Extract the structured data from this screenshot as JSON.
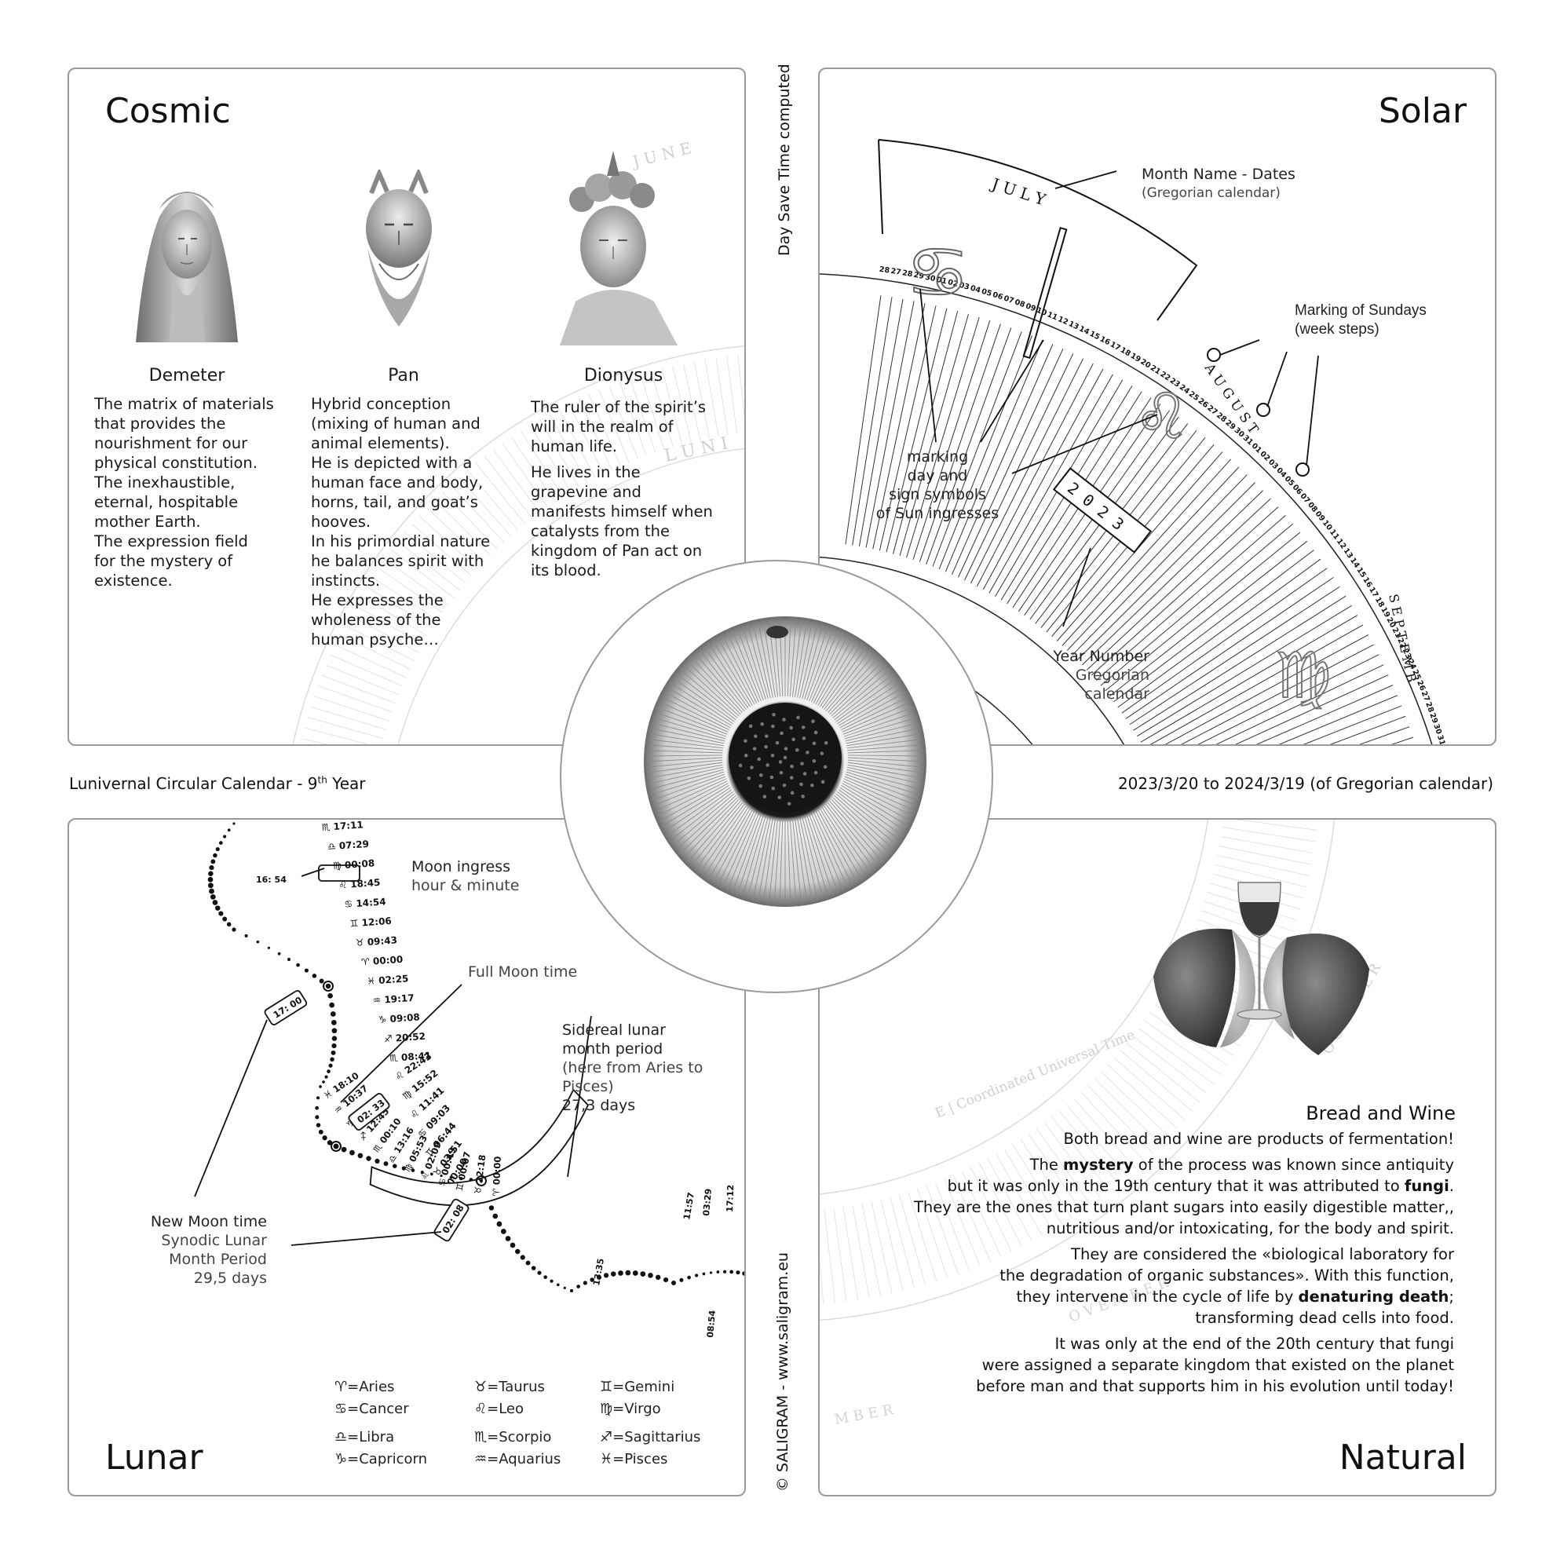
{
  "cosmic": {
    "title": "Cosmic",
    "gods": [
      {
        "name": "Demeter",
        "lines": [
          "The matrix of materials",
          "that provides the",
          "nourishment for our",
          "physical constitution.",
          "The inexhaustible,",
          "eternal, hospitable",
          "mother Earth.",
          "The expression field",
          "for the mystery of",
          "existence."
        ]
      },
      {
        "name": "Pan",
        "lines": [
          "Hybrid conception",
          "(mixing of human and",
          "animal elements).",
          "He is depicted with a",
          "human face and body,",
          "horns, tail, and goat’s",
          "hooves.",
          "In his primordial nature",
          "he balances spirit with",
          "instincts.",
          "He expresses the",
          "wholeness of the",
          "human psyche…"
        ]
      },
      {
        "name": "Dionysus",
        "lines": [
          "The ruler of the spirit’s",
          "will in the realm of",
          "human life.",
          "He lives in the",
          "grapevine and",
          "manifests himself when",
          "catalysts from the",
          "kingdom of Pan act on",
          "its blood."
        ]
      }
    ],
    "faint_labels": {
      "june": "J U N E",
      "luni": "L U N I"
    }
  },
  "solar": {
    "title": "Solar",
    "month_label": "J U L Y",
    "month_label_aug": "A U G U S T",
    "month_label_sep": "S E P T E M B",
    "year": "2 0 2 3",
    "ann_month_name": "Month Name - Dates",
    "ann_month_sub": "(Gregorian calendar)",
    "ann_sundays_1": "Marking of Sundays",
    "ann_sundays_2": "(week steps)",
    "ann_marking": [
      "marking",
      "day and",
      "sign symbols",
      "of Sun ingresses"
    ],
    "ann_year": [
      "Year Number",
      "Gregorian",
      "calendar"
    ],
    "july_dates": [
      "28",
      "27",
      "28",
      "29",
      "30",
      "01",
      "02",
      "03",
      "04",
      "05",
      "06",
      "07",
      "08",
      "09",
      "10",
      "11",
      "12",
      "13",
      "14",
      "15",
      "16",
      "17",
      "18",
      "19",
      "20",
      "21",
      "22",
      "23",
      "24",
      "25",
      "26",
      "27",
      "28",
      "29",
      "30",
      "31"
    ],
    "aug_dates": [
      "01",
      "02",
      "03",
      "04",
      "05",
      "06",
      "07",
      "08",
      "09",
      "10",
      "11",
      "12",
      "13",
      "14",
      "15",
      "16",
      "17",
      "18",
      "19",
      "20",
      "21",
      "22",
      "23",
      "24",
      "25",
      "26",
      "27",
      "28",
      "29",
      "30",
      "31",
      "01",
      "02",
      "03",
      "04",
      "05",
      "06",
      "07",
      "08",
      "09",
      "10",
      "11",
      "12",
      "13",
      "14",
      "15",
      "16",
      "17"
    ]
  },
  "middle": {
    "left_caption": "Luniverna​l Circular Calendar - 9",
    "left_sup": "th",
    "left_tail": " Year",
    "right_caption": "2023/3/20 to 2024/3/19 (of Gregorian calendar)",
    "vertical_top": "Day Save Time computed",
    "vertical_bottom": "©  SALIGRAM  -  www.saligram.eu"
  },
  "lunar": {
    "title": "Lunar",
    "ann_ingress": [
      "Moon ingress",
      "hour & minute"
    ],
    "ann_full_moon": "Full Moon time",
    "ann_sidereal": [
      "Sidereal lunar",
      "month period",
      "(here from Aries to",
      "Pisces)",
      "27,3 days"
    ],
    "ann_new_moon": [
      "New Moon time",
      "Synodic Lunar",
      "Month Period",
      "29,5 days"
    ],
    "boxed_times": [
      "17: 00",
      "02: 33",
      "02: 08"
    ],
    "free_times": [
      "16: 54",
      "13:35",
      "08:54"
    ],
    "ingress_list": [
      {
        "s": "♏",
        "t": "17:11"
      },
      {
        "s": "♎",
        "t": "07:29"
      },
      {
        "s": "♍",
        "t": "00:08"
      },
      {
        "s": "♌",
        "t": "18:45"
      },
      {
        "s": "♋",
        "t": "14:54"
      },
      {
        "s": "♊",
        "t": "12:06"
      },
      {
        "s": "♉",
        "t": "09:43"
      },
      {
        "s": "♈",
        "t": "00:00"
      },
      {
        "s": "♓",
        "t": "02:25"
      },
      {
        "s": "♒",
        "t": "19:17"
      },
      {
        "s": "♑",
        "t": "09:08"
      },
      {
        "s": "♐",
        "t": "20:52"
      },
      {
        "s": "♏",
        "t": "08:41"
      },
      {
        "s": "♌",
        "t": "22:43"
      },
      {
        "s": "♍",
        "t": "15:52"
      },
      {
        "s": "♌",
        "t": "11:41"
      },
      {
        "s": "♋",
        "t": "09:03"
      },
      {
        "s": "♊",
        "t": "06:44"
      },
      {
        "s": "♉",
        "t": "03:51"
      },
      {
        "s": "♈",
        "t": "00:00"
      }
    ],
    "sidereal_box": [
      "♓ 18:10",
      "♒ 10:37",
      "♑ 00:44",
      "♐ 12:45",
      "♏ 00:10",
      "♎ 13:16",
      "♍ 05:53",
      "♌ 02:09",
      "♋ 00:49",
      "♊ 00:07",
      "♉ 22:18",
      "♈ 00:00"
    ],
    "tail_times": [
      "11:57",
      "03:29",
      "17:12"
    ],
    "legend": [
      {
        "g": "♈",
        "name": "=Aries"
      },
      {
        "g": "♉",
        "name": "=Taurus"
      },
      {
        "g": "♊",
        "name": "=Gemini"
      },
      {
        "g": "♋",
        "name": "=Cancer"
      },
      {
        "g": "♌",
        "name": "=Leo"
      },
      {
        "g": "♍",
        "name": "=Virgo"
      },
      {
        "g": "♎",
        "name": "=Libra"
      },
      {
        "g": "♏",
        "name": "=Scorpio"
      },
      {
        "g": "♐",
        "name": "=Sagittarius"
      },
      {
        "g": "♑",
        "name": "=Capricorn"
      },
      {
        "g": "♒",
        "name": "=Aquarius"
      },
      {
        "g": "♓",
        "name": "=Pisces"
      }
    ]
  },
  "natural": {
    "title": "Natural",
    "bw_title": "Bread and Wine",
    "p1": "Both bread and wine are products of fermentation!",
    "p2a": "The ",
    "p2b": "mystery",
    "p2c": " of the process was known since antiquity",
    "p2d": "but it was only in the 19th century that it was attributed to ",
    "p2e": "fungi",
    "p2f": ".",
    "p2g": "They are the ones that turn plant sugars into easily digestible matter,,",
    "p2h": "nutritious and/or intoxicating, for the body and spirit.",
    "p3a": "They are considered the «biological laboratory for",
    "p3b": "the degradation of organic substances». With this function,",
    "p3c": "they intervene in the cycle of life by ",
    "p3d": "denaturing death",
    "p3e": ";",
    "p3f": "transforming dead cells into food.",
    "p4a": "It was only at the end of the 20th century that fungi",
    "p4b": "were assigned a separate kingdom that existed on the planet",
    "p4c": "before man and that supports him in his evolution until today!",
    "faint_utc": "E | Coordinated Universal Time",
    "faint_october": "O C T O B E R",
    "faint_november": "O V E M B E R",
    "faint_mber": "M B E R"
  },
  "colors": {
    "border": "#9a9a9a",
    "ink": "#1a1a1a",
    "faint": "#d6d6d6"
  }
}
